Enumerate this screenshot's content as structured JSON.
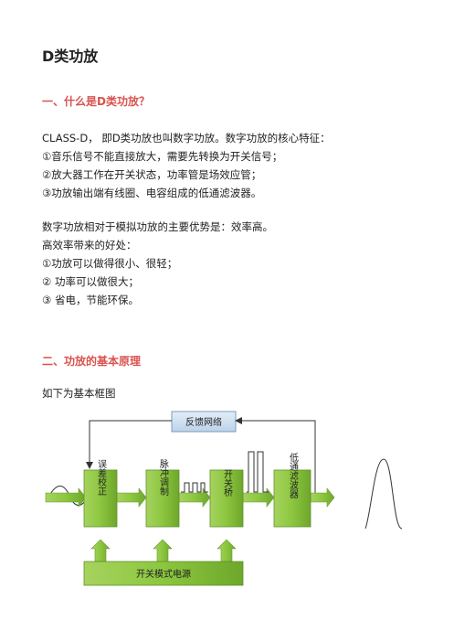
{
  "title": "D类功放",
  "section1": {
    "heading": "一、什么是D类功放？",
    "intro": " CLASS-D， 即D类功放也叫数字功放。数字功放的核心特征：",
    "features": [
      "①音乐信号不能直接放大，需要先转换为开关信号；",
      "②放大器工作在开关状态，功率管是场效应管；",
      "③功放输出端有线圈、电容组成的低通滤波器。"
    ],
    "advantage": "数字功放相对于模拟功放的主要优势是：效率高。",
    "benefit_intro": "高效率带来的好处：",
    "benefits": [
      "①功放可以做得很小、很轻；",
      "② 功率可以做很大；",
      "③ 省电，节能环保。"
    ]
  },
  "section2": {
    "heading": "二、功放的基本原理",
    "caption": "如下为基本框图"
  },
  "diagram": {
    "feedback": "反馈网络",
    "blocks": [
      "误差校正",
      "脉冲调制",
      "开关桥",
      "低通滤波器"
    ],
    "power": "开关模式电源"
  },
  "colors": {
    "heading": "#d9534f",
    "block_green": "#8cc63f",
    "feedback_blue": "#cfe2f3"
  }
}
